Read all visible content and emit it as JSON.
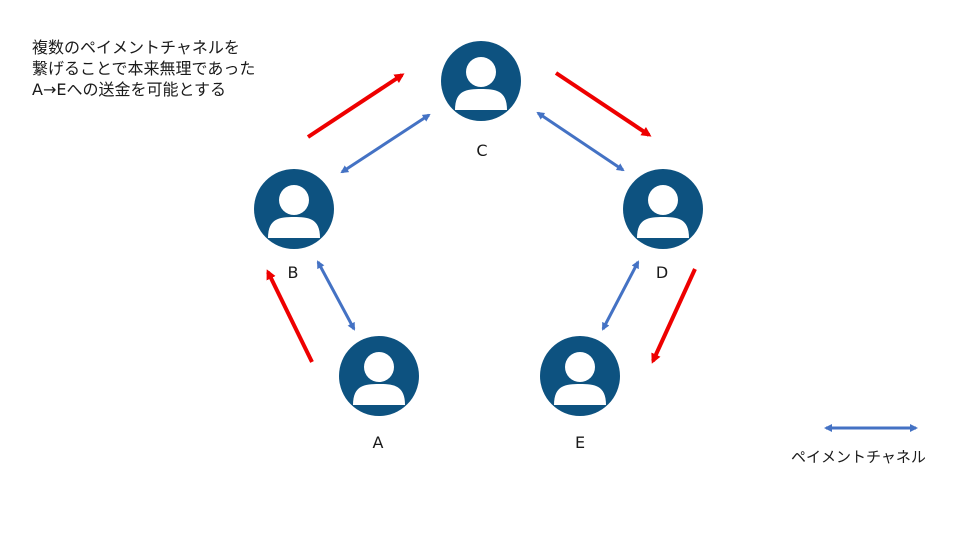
{
  "caption": {
    "lines": [
      "複数のペイメントチャネルを",
      "繋げることで本来無理であった",
      "A→Eへの送金を可能とする"
    ]
  },
  "nodes": [
    {
      "id": "C",
      "label": "C",
      "icon": "user-icon"
    },
    {
      "id": "B",
      "label": "B",
      "icon": "user-icon"
    },
    {
      "id": "D",
      "label": "D",
      "icon": "user-icon"
    },
    {
      "id": "A",
      "label": "A",
      "icon": "user-icon"
    },
    {
      "id": "E",
      "label": "E",
      "icon": "user-icon"
    }
  ],
  "channels": [
    {
      "from": "B",
      "to": "C"
    },
    {
      "from": "C",
      "to": "D"
    },
    {
      "from": "A",
      "to": "B"
    },
    {
      "from": "D",
      "to": "E"
    }
  ],
  "payment_path": [
    "A",
    "B",
    "C",
    "D",
    "E"
  ],
  "legend": {
    "label": "ペイメントチャネル",
    "symbol": "double-arrow-icon"
  },
  "colors": {
    "node_fill": "#0d5280",
    "person_fill": "#ffffff",
    "channel": "#4472c4",
    "payment": "#ee0000"
  }
}
